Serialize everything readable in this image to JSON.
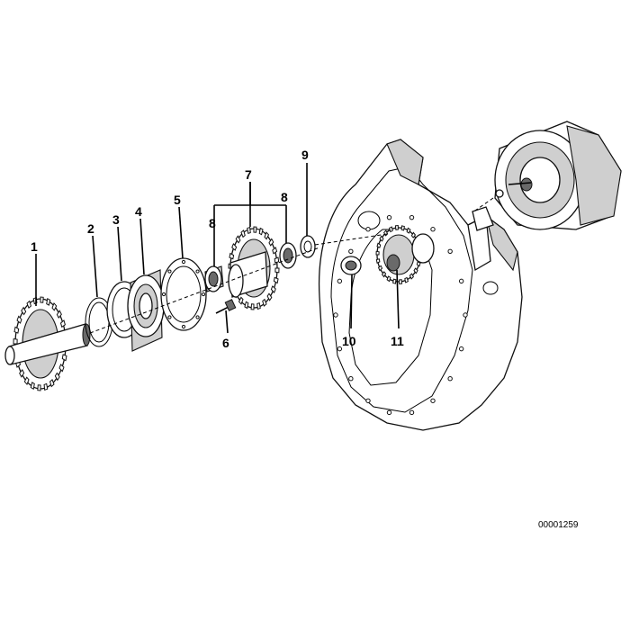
{
  "diagram": {
    "reference_number": "00001259",
    "callouts": [
      "1",
      "2",
      "3",
      "4",
      "5",
      "6",
      "7",
      "8",
      "8",
      "9",
      "10",
      "11"
    ]
  }
}
